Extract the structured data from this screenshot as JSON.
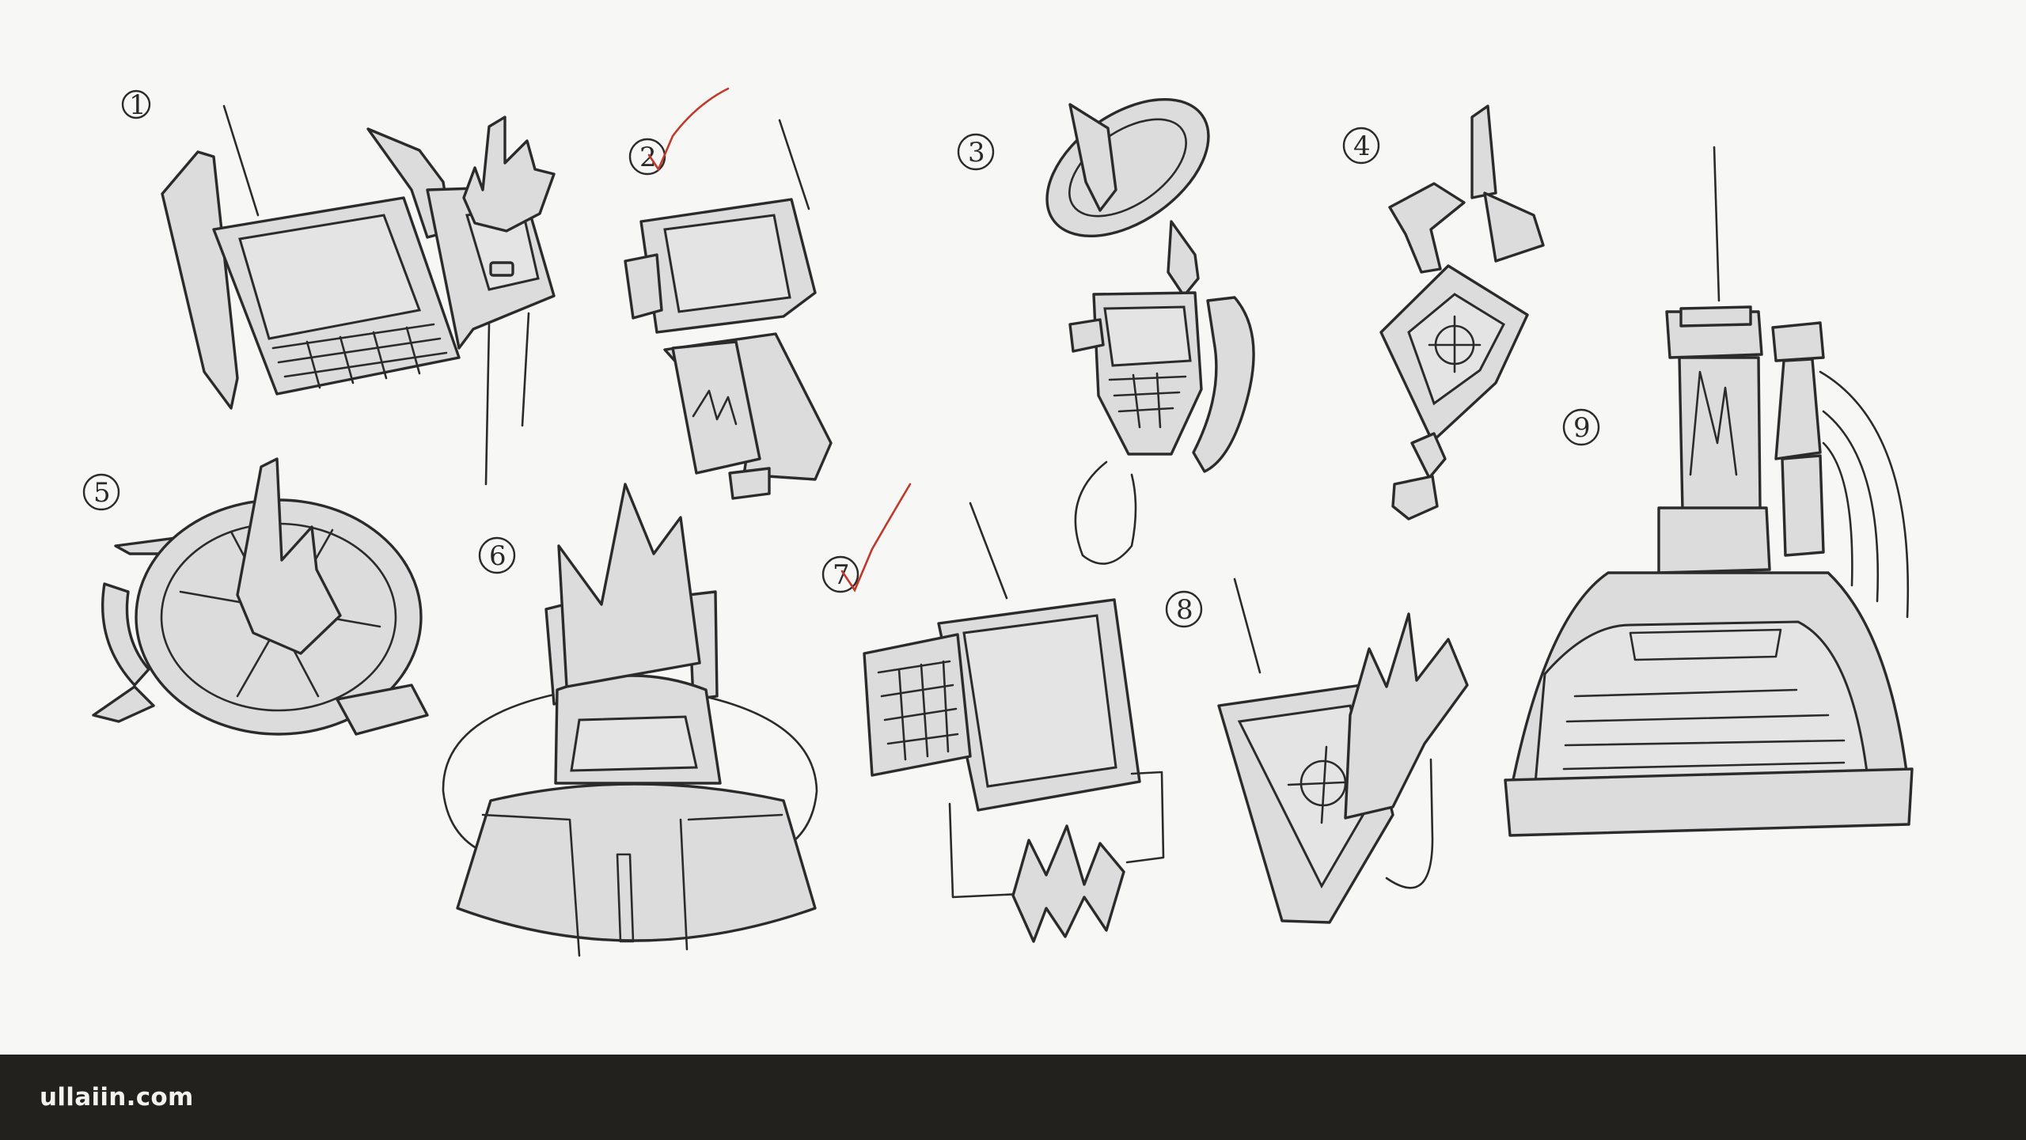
{
  "sketches": [
    {
      "label": "1"
    },
    {
      "label": "2",
      "approved": true
    },
    {
      "label": "3"
    },
    {
      "label": "4"
    },
    {
      "label": "5"
    },
    {
      "label": "6"
    },
    {
      "label": "7",
      "approved": true
    },
    {
      "label": "8"
    },
    {
      "label": "9"
    }
  ],
  "footer": {
    "site": "ullaiin.com"
  },
  "colors": {
    "background": "#f7f7f6",
    "fill": "#dcdcdc",
    "ink": "#2b2b2b",
    "check": "#c0392b",
    "footer": "#22211d"
  }
}
